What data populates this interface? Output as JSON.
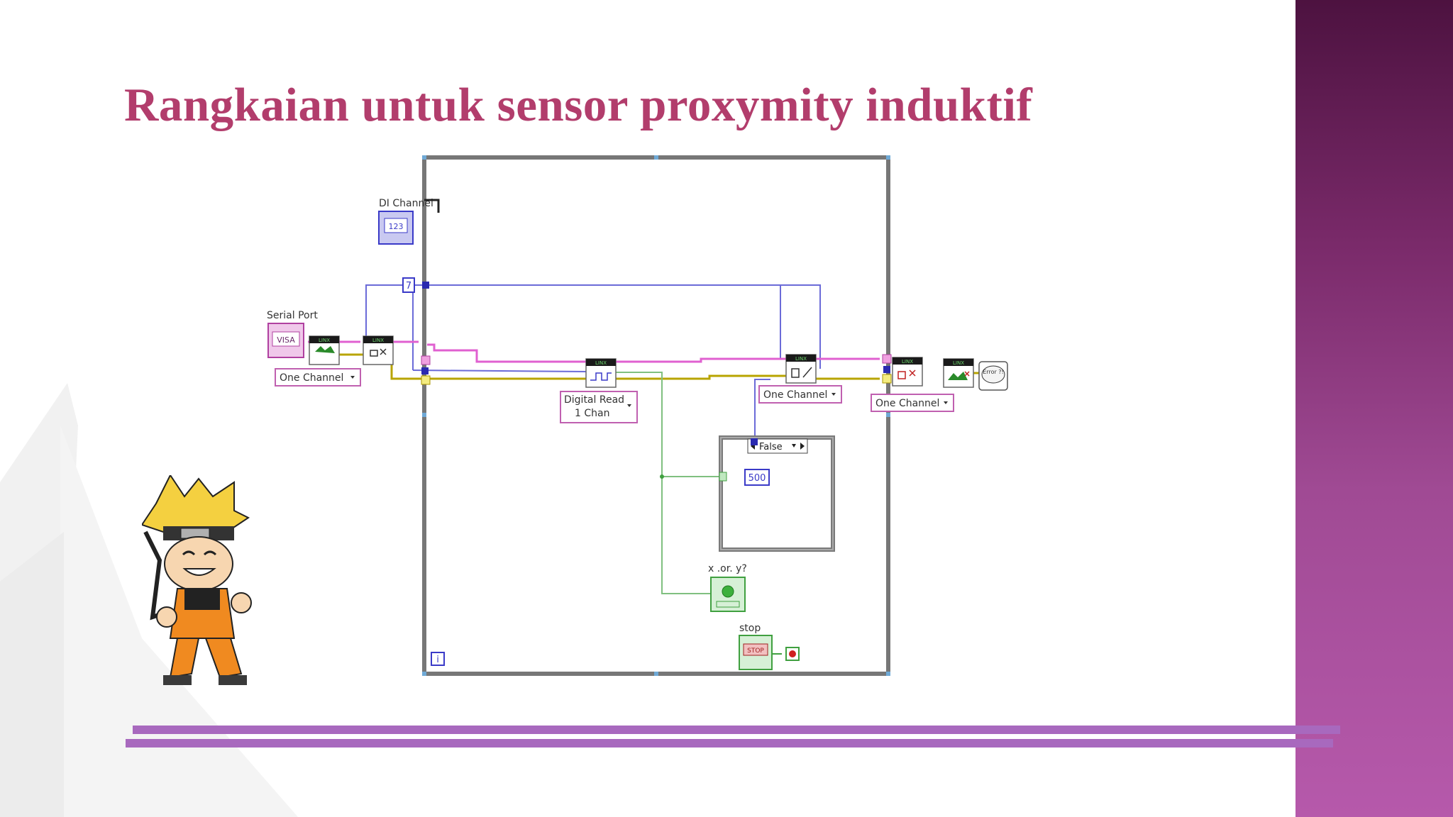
{
  "slide": {
    "title": "Rangkaian untuk sensor proxymity induktif"
  },
  "diagram": {
    "labels": {
      "di_channel": "DI Channel",
      "serial_port": "Serial Port",
      "visa": "VISA",
      "di_constant": "7",
      "one_channel_1": "One Channel",
      "one_channel_2": "One Channel",
      "one_channel_3": "One Channel",
      "digital_read_line1": "Digital Read",
      "digital_read_line2": "1 Chan",
      "case_selector": "False",
      "wait_constant": "500",
      "xor_label": "x .or. y?",
      "stop_label": "stop",
      "stop_button": "STOP",
      "error_icon": "Error ?!",
      "loop_iteration": "i",
      "numeric_indicator": "123",
      "linx": "LINX"
    }
  },
  "colors": {
    "title": "#b23d6c",
    "accent_band": "#a04a94",
    "rule": "#a869be",
    "wire_visa": "#e040c8",
    "wire_error": "#b8a400",
    "wire_numeric": "#4040d0",
    "wire_boolean": "#40a040"
  }
}
